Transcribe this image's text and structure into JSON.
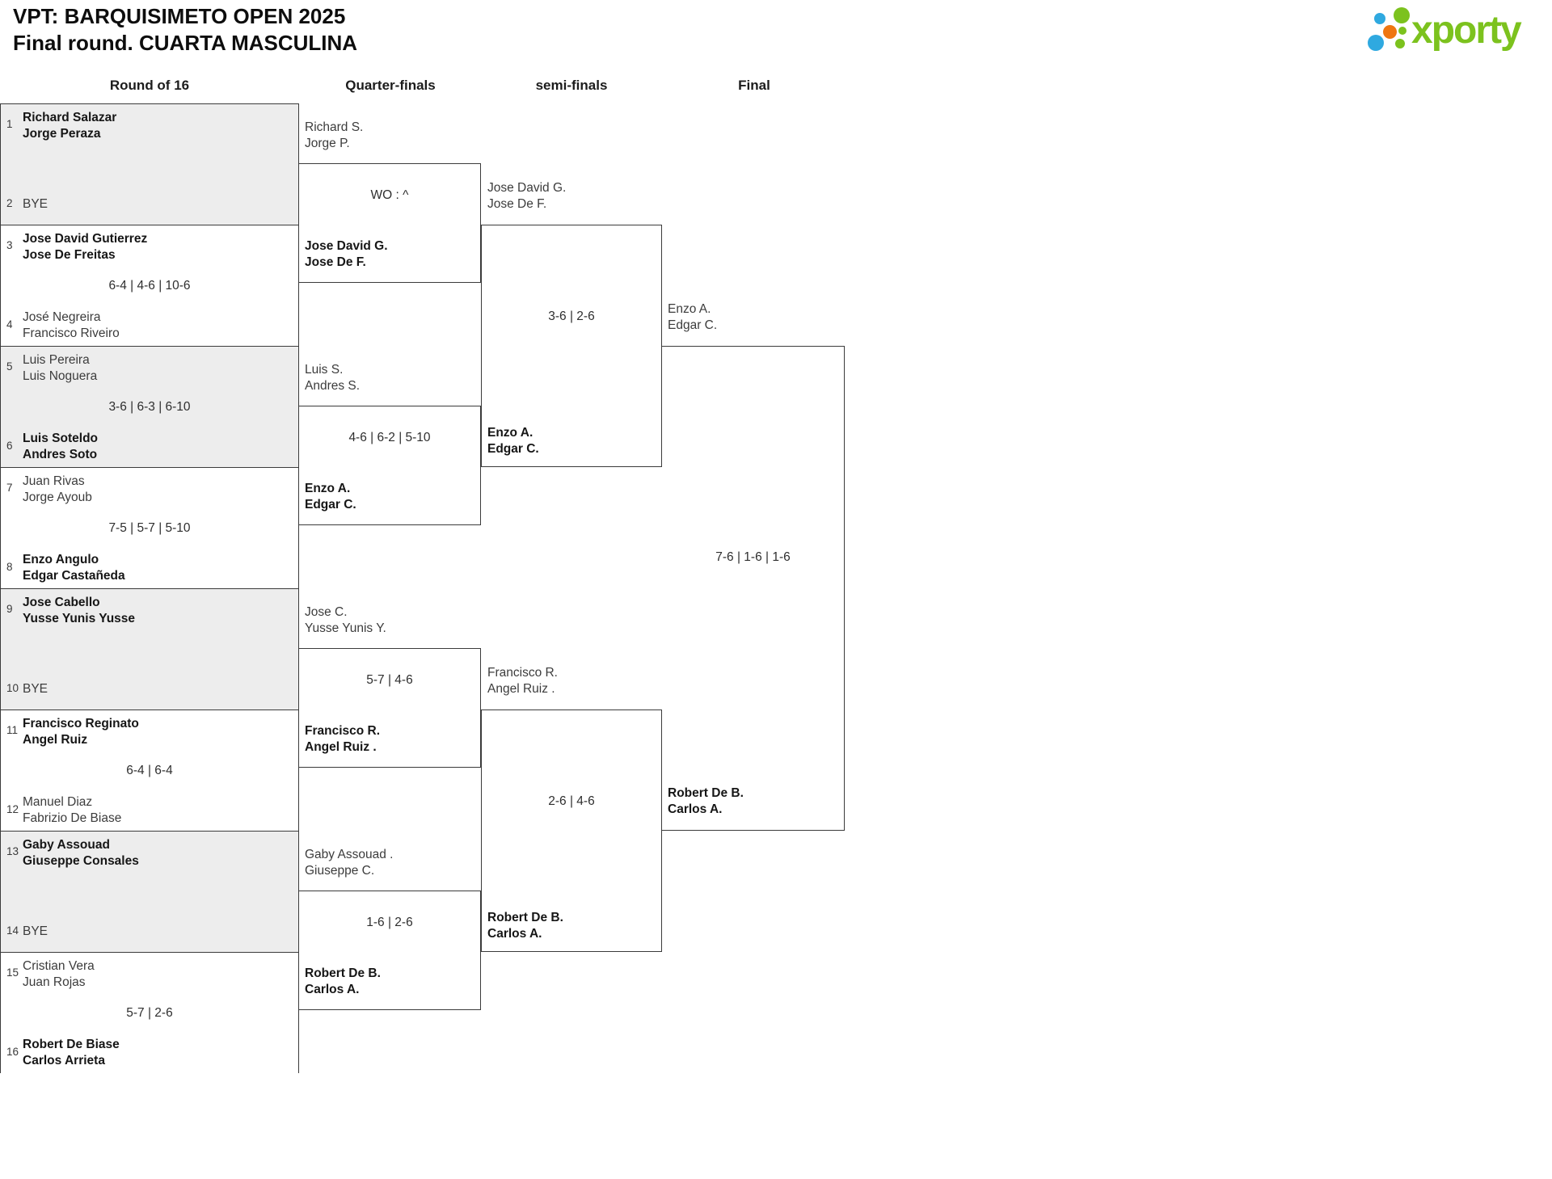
{
  "header": {
    "title_line1": "VPT: BARQUISIMETO OPEN 2025",
    "title_line2": "Final round. CUARTA MASCULINA",
    "logo_text": "xporty"
  },
  "colors": {
    "logo_green": "#7cc21e",
    "logo_blue": "#2fa9e0",
    "logo_orange": "#ef7611",
    "bracket_row_gray": "#ededed",
    "line": "#3b3b3b"
  },
  "rounds": [
    "Round of 16",
    "Quarter-finals",
    "semi-finals",
    "Final"
  ],
  "round_of_16": {
    "matches": [
      {
        "seed_top": "1",
        "team_top": [
          "Richard Salazar",
          "Jorge Peraza"
        ],
        "top_is_winner": true,
        "score": "",
        "seed_bottom": "2",
        "team_bottom": [
          "BYE"
        ],
        "bottom_is_winner": false
      },
      {
        "seed_top": "3",
        "team_top": [
          "Jose David Gutierrez",
          "Jose De Freitas"
        ],
        "top_is_winner": true,
        "score": "6-4 | 4-6 | 10-6",
        "seed_bottom": "4",
        "team_bottom": [
          "José Negreira",
          "Francisco Riveiro"
        ],
        "bottom_is_winner": false
      },
      {
        "seed_top": "5",
        "team_top": [
          "Luis Pereira",
          "Luis Noguera"
        ],
        "top_is_winner": false,
        "score": "3-6 | 6-3 | 6-10",
        "seed_bottom": "6",
        "team_bottom": [
          "Luis Soteldo",
          "Andres Soto"
        ],
        "bottom_is_winner": true
      },
      {
        "seed_top": "7",
        "team_top": [
          "Juan Rivas",
          "Jorge Ayoub"
        ],
        "top_is_winner": false,
        "score": "7-5 | 5-7 | 5-10",
        "seed_bottom": "8",
        "team_bottom": [
          "Enzo Angulo",
          "Edgar Castañeda"
        ],
        "bottom_is_winner": true
      },
      {
        "seed_top": "9",
        "team_top": [
          "Jose Cabello",
          "Yusse Yunis Yusse"
        ],
        "top_is_winner": true,
        "score": "",
        "seed_bottom": "10",
        "team_bottom": [
          "BYE"
        ],
        "bottom_is_winner": false
      },
      {
        "seed_top": "11",
        "team_top": [
          "Francisco Reginato",
          "Angel Ruiz"
        ],
        "top_is_winner": true,
        "score": "6-4 | 6-4",
        "seed_bottom": "12",
        "team_bottom": [
          "Manuel Diaz",
          "Fabrizio De Biase"
        ],
        "bottom_is_winner": false
      },
      {
        "seed_top": "13",
        "team_top": [
          "Gaby Assouad",
          "Giuseppe Consales"
        ],
        "top_is_winner": true,
        "score": "",
        "seed_bottom": "14",
        "team_bottom": [
          "BYE"
        ],
        "bottom_is_winner": false
      },
      {
        "seed_top": "15",
        "team_top": [
          "Cristian Vera",
          "Juan Rojas"
        ],
        "top_is_winner": false,
        "score": "5-7 | 2-6",
        "seed_bottom": "16",
        "team_bottom": [
          "Robert De Biase",
          "Carlos Arrieta"
        ],
        "bottom_is_winner": true
      }
    ]
  },
  "quarter_finals": [
    {
      "entrant": [
        "Richard S.",
        "Jorge P."
      ],
      "score": "WO : ^",
      "winner": [
        "Jose David G.",
        "Jose De F."
      ]
    },
    {
      "entrant": [
        "Luis S.",
        "Andres S."
      ],
      "score": "4-6 | 6-2 | 5-10",
      "winner": [
        "Enzo A.",
        "Edgar C."
      ]
    },
    {
      "entrant": [
        "Jose C.",
        "Yusse Yunis Y."
      ],
      "score": "5-7 | 4-6",
      "winner": [
        "Francisco R.",
        "Angel Ruiz ."
      ]
    },
    {
      "entrant": [
        "Gaby Assouad .",
        "Giuseppe C."
      ],
      "score": "1-6 | 2-6",
      "winner": [
        "Robert De B.",
        "Carlos A."
      ]
    }
  ],
  "semi_finals": [
    {
      "entrant": [
        "Jose David G.",
        "Jose De F."
      ],
      "score": "3-6 | 2-6",
      "winner": [
        "Enzo A.",
        "Edgar C."
      ]
    },
    {
      "entrant": [
        "Francisco R.",
        "Angel Ruiz ."
      ],
      "score": "2-6 | 4-6",
      "winner": [
        "Robert De B.",
        "Carlos A."
      ]
    }
  ],
  "final": {
    "entrant": [
      "Enzo A.",
      "Edgar C."
    ],
    "score": "7-6 | 1-6 | 1-6",
    "winner": [
      "Robert De B.",
      "Carlos A."
    ]
  }
}
